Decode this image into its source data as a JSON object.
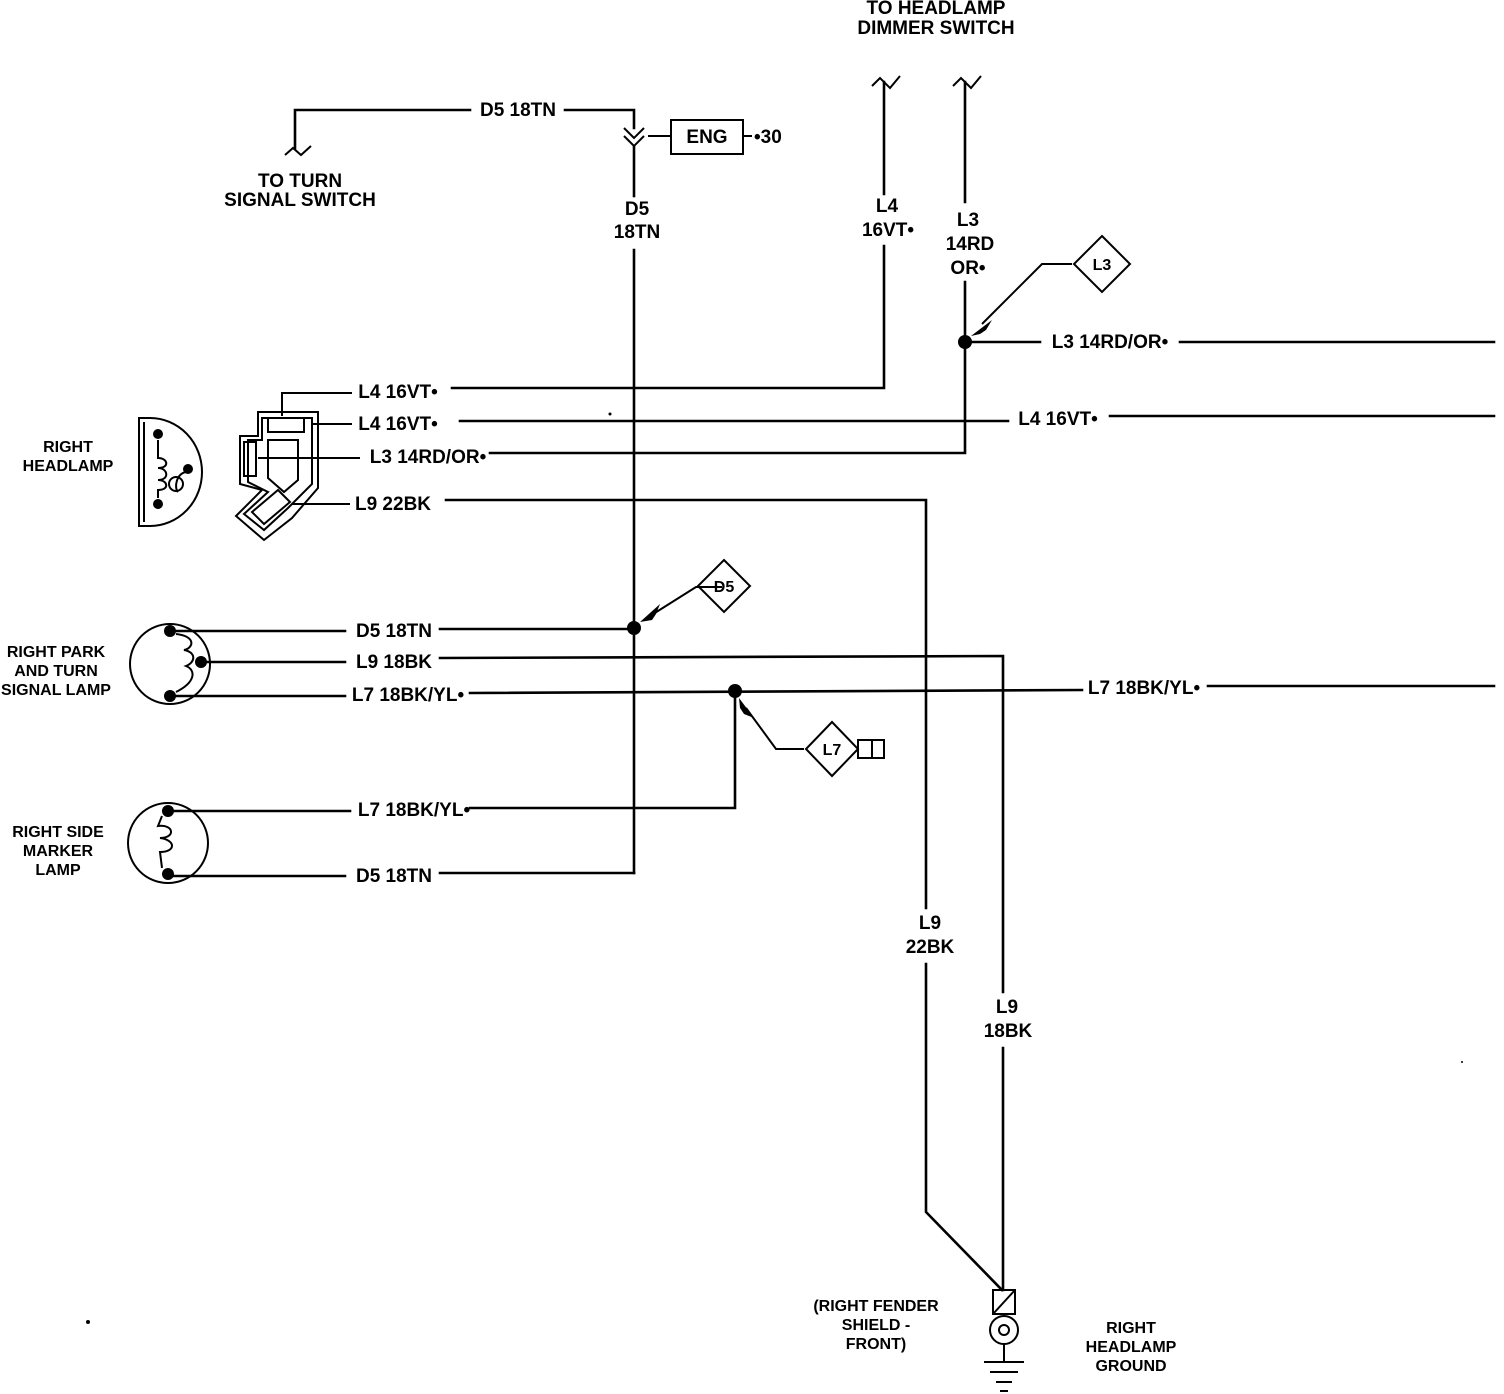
{
  "top_labels": {
    "headlamp_dimmer_l1": "TO HEADLAMP",
    "headlamp_dimmer_l2": "DIMMER SWITCH",
    "turn_signal_l1": "TO TURN",
    "turn_signal_l2": "SIGNAL SWITCH"
  },
  "connectors": {
    "eng": "ENG",
    "eng_pin": "•30"
  },
  "wire_labels": {
    "d5_top": "D5 18TN",
    "d5_vert_l1": "D5",
    "d5_vert_l2": "18TN",
    "l4_vert_l1": "L4",
    "l4_vert_l2": "16VT•",
    "l3_vert_l1": "L3",
    "l3_vert_l2": "14RD",
    "l3_vert_l3": "OR•",
    "l3_right": "L3 14RD/OR•",
    "l4_hl_1": "L4 16VT•",
    "l4_hl_2": "L4 16VT•",
    "l4_right": "L4 16VT•",
    "l3_hl": "L3 14RD/OR•",
    "l9_hl": "L9 22BK",
    "d5_park": "D5 18TN",
    "l9_park": "L9 18BK",
    "l7_park": "L7 18BK/YL•",
    "l7_right": "L7 18BK/YL•",
    "l7_side": "L7 18BK/YL•",
    "d5_side": "D5 18TN",
    "l9_vert_a_l1": "L9",
    "l9_vert_a_l2": "22BK",
    "l9_vert_b_l1": "L9",
    "l9_vert_b_l2": "18BK"
  },
  "splice_tags": {
    "l3": "L3",
    "d5": "D5",
    "l7": "L7"
  },
  "components": {
    "headlamp_l1": "RIGHT",
    "headlamp_l2": "HEADLAMP",
    "park_l1": "RIGHT PARK",
    "park_l2": "AND TURN",
    "park_l3": "SIGNAL LAMP",
    "side_l1": "RIGHT SIDE",
    "side_l2": "MARKER",
    "side_l3": "LAMP"
  },
  "ground": {
    "loc_l1": "(RIGHT FENDER",
    "loc_l2": "SHIELD -",
    "loc_l3": "FRONT)",
    "name_l1": "RIGHT",
    "name_l2": "HEADLAMP",
    "name_l3": "GROUND"
  }
}
